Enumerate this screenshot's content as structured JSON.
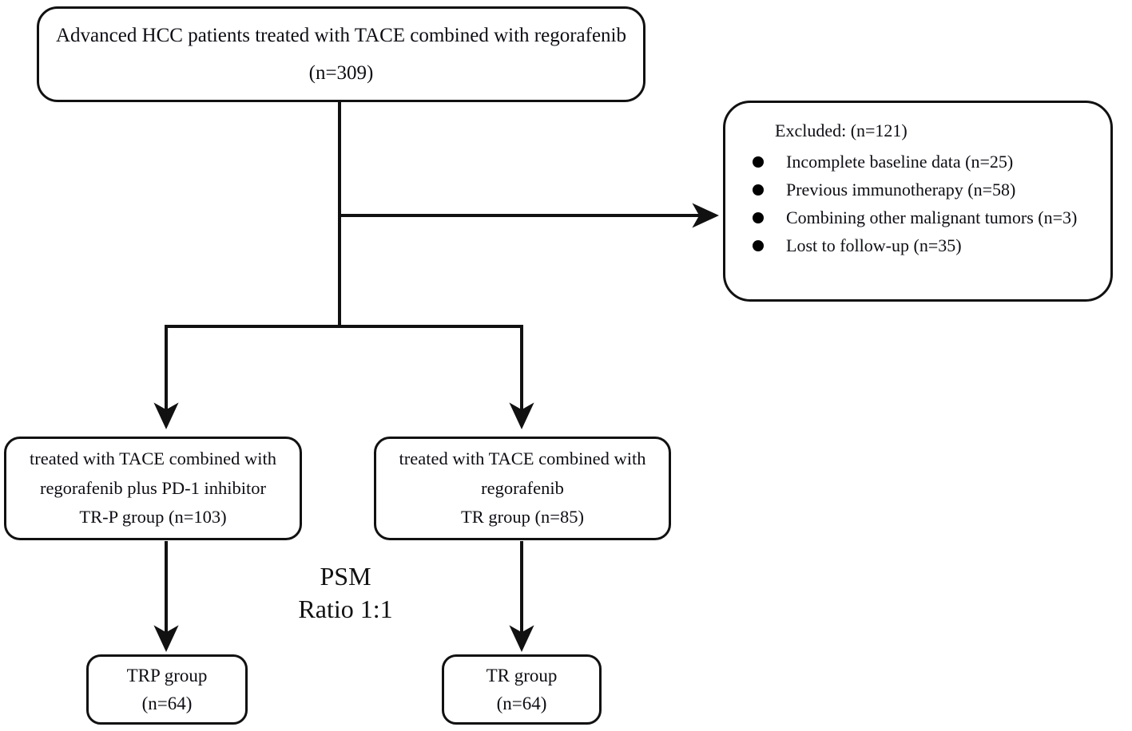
{
  "diagram": {
    "title": "Patient enrollment and propensity score matching flow",
    "line_color": "#111111",
    "text_color": "#0d0d14",
    "background": "#ffffff"
  },
  "enrollment": {
    "line1": "Advanced HCC patients treated with TACE combined with regorafenib",
    "line2": "(n=309)"
  },
  "excluded": {
    "title": "Excluded: (n=121)",
    "items": [
      {
        "label": "Incomplete baseline data (n=25)"
      },
      {
        "label": "Previous immunotherapy (n=58)"
      },
      {
        "label": "Combining other malignant tumors (n=3)"
      },
      {
        "label": "Lost to follow-up (n=35)"
      }
    ]
  },
  "group_left": {
    "line1": "treated with TACE combined with",
    "line2": "regorafenib plus PD-1 inhibitor",
    "line3": "TR-P group (n=103)"
  },
  "group_right": {
    "line1": "treated with TACE combined with",
    "line2": "regorafenib",
    "line3": "TR group (n=85)"
  },
  "psm": {
    "line1": "PSM",
    "line2": "Ratio 1:1"
  },
  "final_left": {
    "line1": "TRP group",
    "line2": "(n=64)"
  },
  "final_right": {
    "line1": "TR group",
    "line2": "(n=64)"
  }
}
